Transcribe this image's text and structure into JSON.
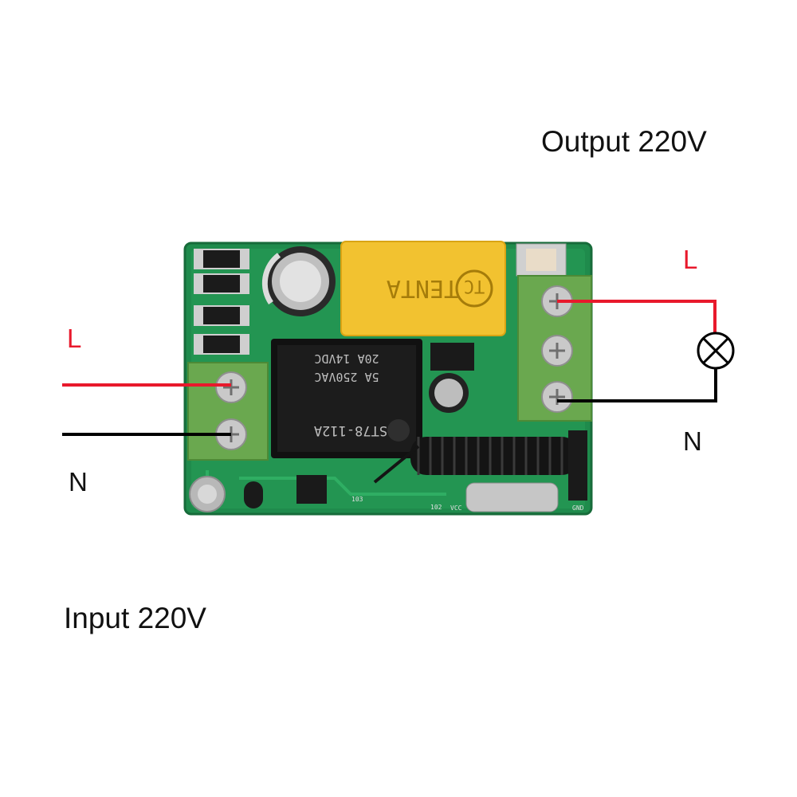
{
  "labels": {
    "output": "Output 220V",
    "input": "Input 220V",
    "input_live": "L",
    "input_neutral": "N",
    "output_live": "L",
    "output_neutral": "N"
  },
  "board": {
    "relay_text": [
      "ST78-112A",
      "5A 250VAC",
      "20A 14VDC"
    ],
    "capacitor_text": "TENTA",
    "capacitor_mark": "TC",
    "pin_labels": [
      "GND",
      "VCC"
    ],
    "smd_labels": [
      "103",
      "102"
    ]
  },
  "colors": {
    "live_wire": "#e8192c",
    "neutral_wire": "#000000",
    "pcb": "#1f8b4c",
    "terminal": "#6aa84f",
    "capacitor_body": "#f2c230"
  },
  "icons": {
    "lamp": "lamp-symbol-icon"
  }
}
